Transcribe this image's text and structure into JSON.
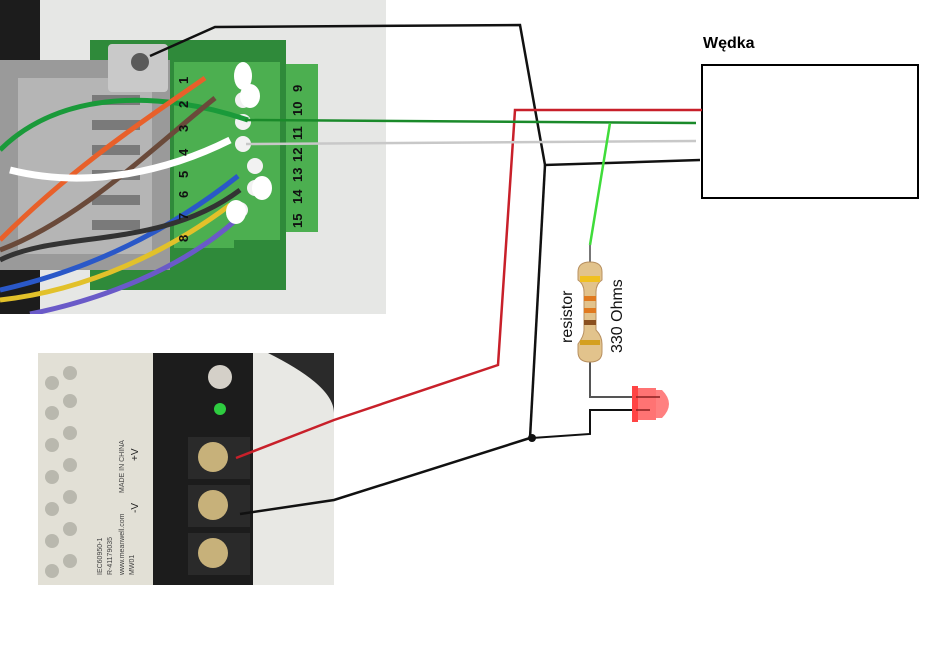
{
  "device": {
    "label": "Wędka"
  },
  "resistor": {
    "label": "resistor",
    "value": "330 Ohms"
  },
  "terminal_numbers": [
    "1",
    "2",
    "3",
    "4",
    "5",
    "6",
    "7",
    "8",
    "9",
    "10",
    "11",
    "12",
    "13",
    "14",
    "15"
  ],
  "psu": {
    "plus_label": "+V",
    "minus_label": "-V",
    "text_lines": [
      "MADE IN CHINA",
      "R-41179035",
      "IEC60950-1",
      "www.meanwell.com",
      "MW01"
    ]
  },
  "colors": {
    "wire_red": "#c8202a",
    "wire_black": "#111111",
    "wire_green": "#1a8a2a",
    "wire_light_green": "#3fdc3a",
    "wire_gray": "#c8c8c8",
    "board_green": "#2f8a3a",
    "terminal_green": "#4caf50",
    "led_red": "#ff5050"
  }
}
